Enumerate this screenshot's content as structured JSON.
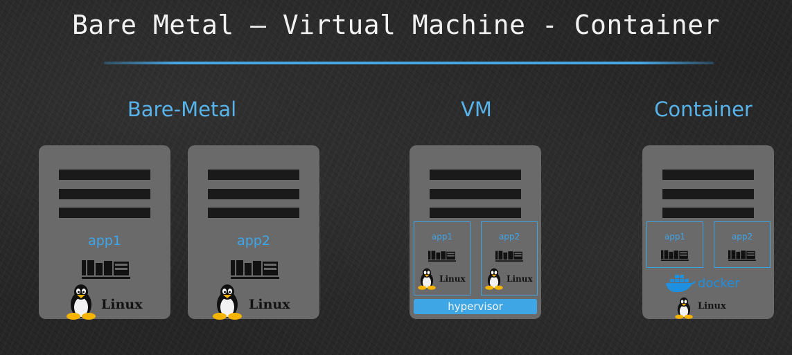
{
  "title": "Bare Metal – Virtual Machine - Container",
  "sections": {
    "bare_metal": {
      "label": "Bare-Metal",
      "servers": [
        {
          "app_label": "app1",
          "os_label": "Linux"
        },
        {
          "app_label": "app2",
          "os_label": "Linux"
        }
      ]
    },
    "vm": {
      "label": "VM",
      "guests": [
        {
          "app_label": "app1",
          "os_label": "Linux"
        },
        {
          "app_label": "app2",
          "os_label": "Linux"
        }
      ],
      "hypervisor_label": "hypervisor"
    },
    "container": {
      "label": "Container",
      "containers": [
        {
          "app_label": "app1"
        },
        {
          "app_label": "app2"
        }
      ],
      "runtime_label": "docker",
      "os_label": "Linux"
    }
  },
  "colors": {
    "accent": "#4aa6e3",
    "server_gray": "#6a6a6a",
    "background": "#262626",
    "docker_blue": "#1f8fe0"
  },
  "icons": [
    "libraries-icon",
    "tux-penguin-icon",
    "docker-whale-icon"
  ]
}
